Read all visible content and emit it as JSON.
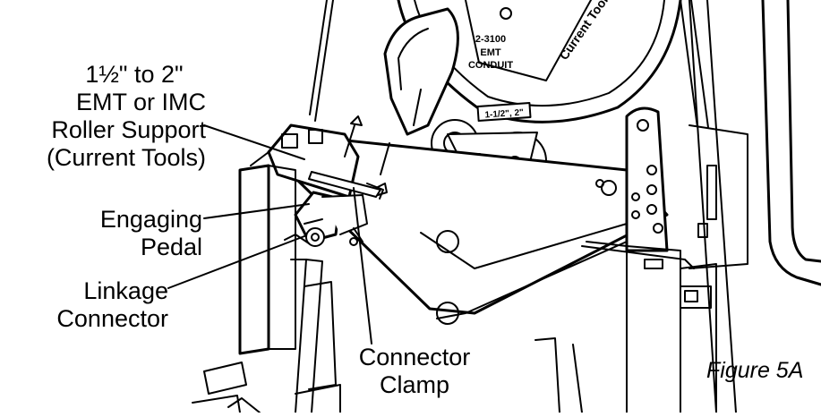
{
  "diagram": {
    "drum_text": {
      "line1": "2-3100",
      "line2": "EMT",
      "line3": "CONDUIT",
      "rim": "Current Tools",
      "size_tag": "1-1/2\", 2\""
    }
  },
  "labels": {
    "roller_support": {
      "line1": "1½\" to 2\"",
      "line2": "EMT or IMC",
      "line3": "Roller Support",
      "line4": "(Current Tools)"
    },
    "engaging_pedal": {
      "line1": "Engaging",
      "line2": "Pedal"
    },
    "linkage_connector": {
      "line1": "Linkage",
      "line2": "Connector"
    },
    "connector_clamp": {
      "line1": "Connector",
      "line2": "Clamp"
    }
  },
  "figure_caption": "Figure 5A",
  "colors": {
    "line": "#000000",
    "background": "#ffffff"
  }
}
